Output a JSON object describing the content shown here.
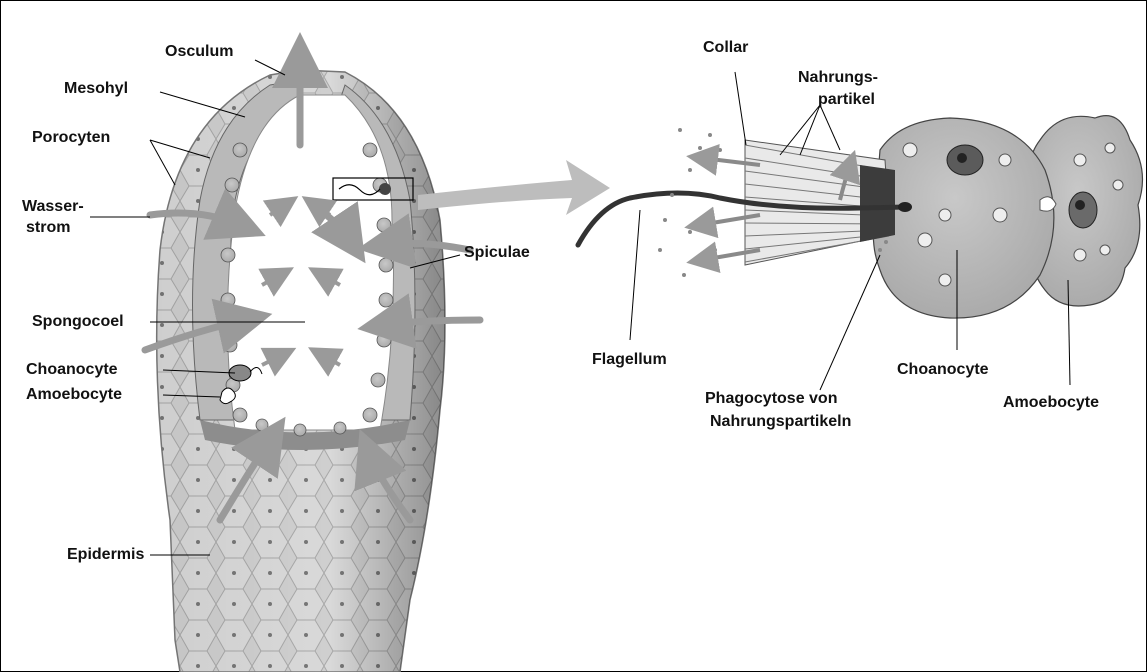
{
  "labels": {
    "osculum": "Osculum",
    "mesohyl": "Mesohyl",
    "porocyten": "Porocyten",
    "wasserstrom_1": "Wasser-",
    "wasserstrom_2": "strom",
    "spiculae": "Spiculae",
    "spongocoel": "Spongocoel",
    "choanocyte_left": "Choanocyte",
    "amoebocyte_left": "Amoebocyte",
    "epidermis": "Epidermis",
    "collar": "Collar",
    "nahrungspartikel_1": "Nahrungs-",
    "nahrungspartikel_2": "partikel",
    "flagellum": "Flagellum",
    "phagocytose_1": "Phagocytose von",
    "phagocytose_2": "Nahrungspartikeln",
    "choanocyte_right": "Choanocyte",
    "amoebocyte_right": "Amoebocyte"
  }
}
